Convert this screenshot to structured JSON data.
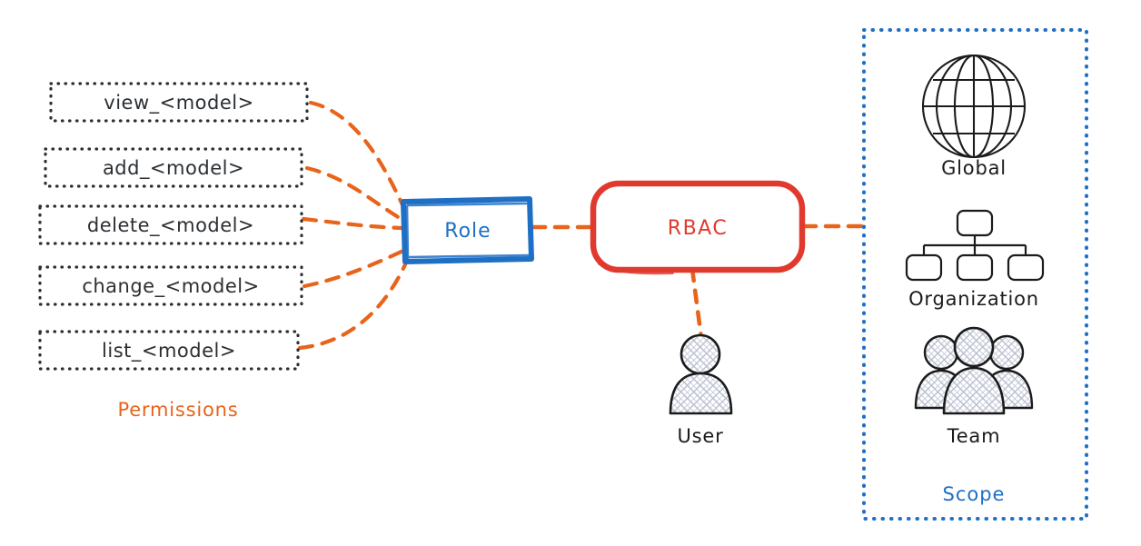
{
  "diagram": {
    "title": "RBAC model diagram",
    "background": "#ffffff",
    "colors": {
      "permission_border": "#2b2f33",
      "permission_text": "#2b2f33",
      "connector_orange": "#e8641a",
      "role_blue": "#1f6fc4",
      "rbac_red": "#e03a2f",
      "scope_blue": "#1f6fc4",
      "icon_ink": "#1b1b1b"
    }
  },
  "permissions": {
    "group_label": "Permissions",
    "items": [
      {
        "label": "view_<model>"
      },
      {
        "label": "add_<model>"
      },
      {
        "label": "delete_<model>"
      },
      {
        "label": "change_<model>"
      },
      {
        "label": "list_<model>"
      }
    ]
  },
  "role": {
    "label": "Role"
  },
  "rbac": {
    "label": "RBAC"
  },
  "user": {
    "label": "User",
    "icon": "person-icon"
  },
  "scope": {
    "group_label": "Scope",
    "items": [
      {
        "label": "Global",
        "icon": "globe-icon"
      },
      {
        "label": "Organization",
        "icon": "org-chart-icon"
      },
      {
        "label": "Team",
        "icon": "people-group-icon"
      }
    ]
  }
}
